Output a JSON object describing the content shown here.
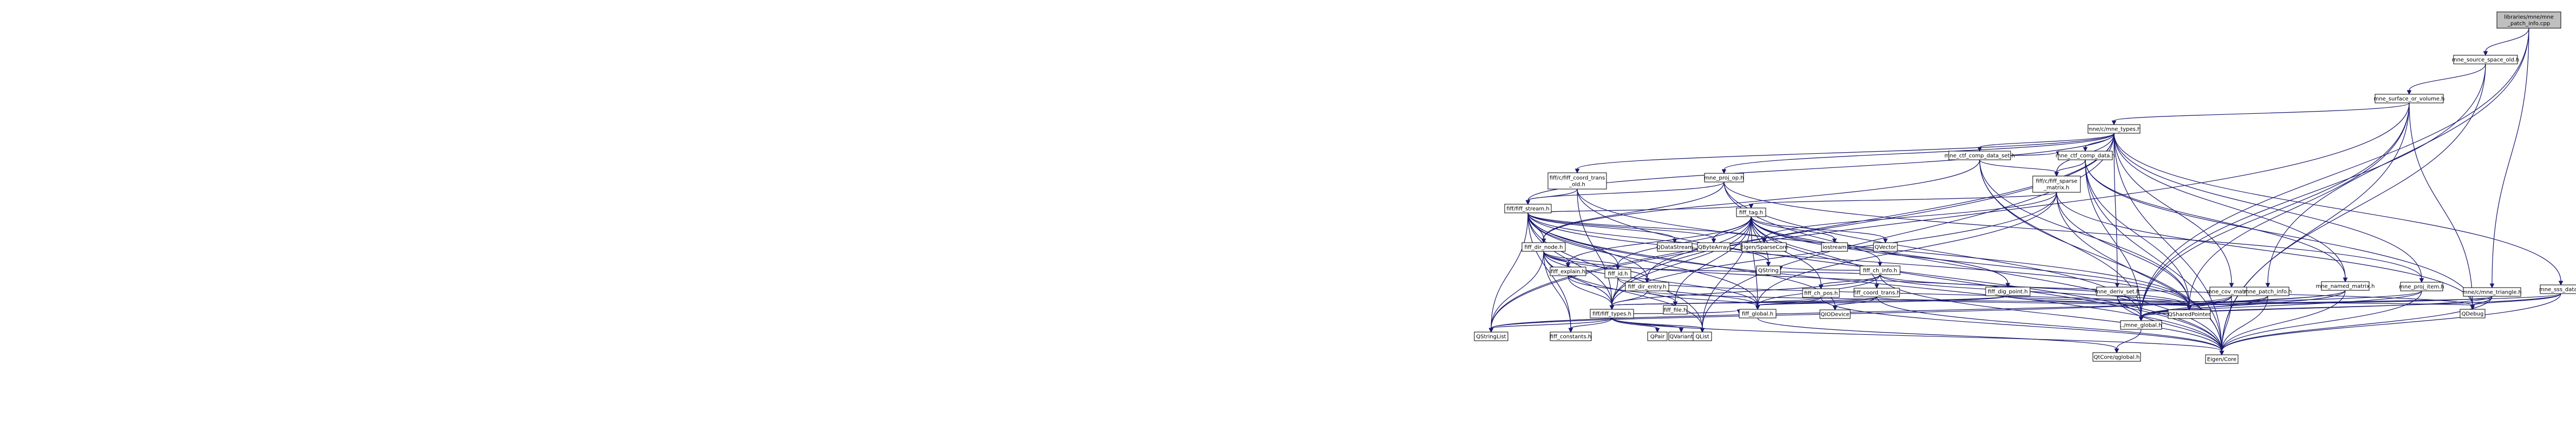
{
  "graph": {
    "root": "libraries/mne/mne_patch_info.cpp",
    "nodes": [
      {
        "id": "root",
        "lines": [
          "libraries/mne/mne",
          "_patch_info.cpp"
        ],
        "fill": "#bfbfbf"
      },
      {
        "id": "src_space_old",
        "lines": [
          "mne_source_space_old.h"
        ]
      },
      {
        "id": "surface_or_volume",
        "lines": [
          "mne_surface_or_volume.h"
        ]
      },
      {
        "id": "mne_types",
        "lines": [
          "mne/c/mne_types.h"
        ]
      },
      {
        "id": "ctf_comp_data_set",
        "lines": [
          "mne_ctf_comp_data_set.h"
        ]
      },
      {
        "id": "ctf_comp_data",
        "lines": [
          "mne_ctf_comp_data.h"
        ]
      },
      {
        "id": "fiff_coord_trans_old",
        "lines": [
          "fiff/c/fiff_coord_trans",
          "_old.h"
        ]
      },
      {
        "id": "proj_op",
        "lines": [
          "mne_proj_op.h"
        ]
      },
      {
        "id": "fiff_sparse_matrix",
        "lines": [
          "fiff/c/fiff_sparse",
          "_matrix.h"
        ]
      },
      {
        "id": "fiff_stream",
        "lines": [
          "fiff/fiff_stream.h"
        ]
      },
      {
        "id": "fiff_tag",
        "lines": [
          "fiff_tag.h"
        ]
      },
      {
        "id": "qdatastream",
        "lines": [
          "QDataStream"
        ]
      },
      {
        "id": "qbytearray",
        "lines": [
          "QByteArray"
        ]
      },
      {
        "id": "eigen_sparse",
        "lines": [
          "Eigen/SparseCore"
        ]
      },
      {
        "id": "iostream",
        "lines": [
          "iostream"
        ]
      },
      {
        "id": "qvector",
        "lines": [
          "QVector"
        ]
      },
      {
        "id": "fiff_dir_node",
        "lines": [
          "fiff_dir_node.h"
        ]
      },
      {
        "id": "fiff_ch_info",
        "lines": [
          "fiff_ch_info.h"
        ]
      },
      {
        "id": "qstring",
        "lines": [
          "QString"
        ]
      },
      {
        "id": "fiff_explain",
        "lines": [
          "fiff_explain.h"
        ]
      },
      {
        "id": "fiff_id",
        "lines": [
          "fiff_id.h"
        ]
      },
      {
        "id": "fiff_dir_entry",
        "lines": [
          "fiff_dir_entry.h"
        ]
      },
      {
        "id": "fiff_ch_pos",
        "lines": [
          "fiff_ch_pos.h"
        ]
      },
      {
        "id": "fiff_coord_trans",
        "lines": [
          "fiff_coord_trans.h"
        ]
      },
      {
        "id": "fiff_dig_point",
        "lines": [
          "fiff_dig_point.h"
        ]
      },
      {
        "id": "deriv_set",
        "lines": [
          "mne_deriv_set.h"
        ]
      },
      {
        "id": "cov_matrix",
        "lines": [
          "mne_cov_matrix.h"
        ]
      },
      {
        "id": "patch_info",
        "lines": [
          "mne_patch_info.h"
        ]
      },
      {
        "id": "named_matrix",
        "lines": [
          "mne_named_matrix.h"
        ]
      },
      {
        "id": "proj_item",
        "lines": [
          "mne_proj_item.h"
        ]
      },
      {
        "id": "mne_triangle",
        "lines": [
          "mne/c/mne_triangle.h"
        ]
      },
      {
        "id": "sss_data",
        "lines": [
          "mne_sss_data.h"
        ]
      },
      {
        "id": "fiff_file",
        "lines": [
          "fiff_file.h"
        ]
      },
      {
        "id": "fiff_types",
        "lines": [
          "fiff/fiff_types.h"
        ]
      },
      {
        "id": "fiff_global",
        "lines": [
          "fiff_global.h"
        ]
      },
      {
        "id": "qiodevice",
        "lines": [
          "QIODevice"
        ]
      },
      {
        "id": "qsharedpointer",
        "lines": [
          "QSharedPointer"
        ]
      },
      {
        "id": "mne_global",
        "lines": [
          "../mne_global.h"
        ]
      },
      {
        "id": "qdebug",
        "lines": [
          "QDebug"
        ]
      },
      {
        "id": "qstringlist",
        "lines": [
          "QStringList"
        ]
      },
      {
        "id": "fiff_constants",
        "lines": [
          "fiff_constants.h"
        ]
      },
      {
        "id": "qpair",
        "lines": [
          "QPair"
        ]
      },
      {
        "id": "qvariant",
        "lines": [
          "QVariant"
        ]
      },
      {
        "id": "qlist",
        "lines": [
          "QList"
        ]
      },
      {
        "id": "qtcoreglobal",
        "lines": [
          "QtCore/qglobal.h"
        ]
      },
      {
        "id": "eigen_core",
        "lines": [
          "Eigen/Core"
        ]
      }
    ],
    "edges": [
      [
        "root",
        "src_space_old"
      ],
      [
        "root",
        "patch_info"
      ],
      [
        "root",
        "mne_triangle"
      ],
      [
        "root",
        "mne_global"
      ],
      [
        "src_space_old",
        "surface_or_volume"
      ],
      [
        "src_space_old",
        "mne_global"
      ],
      [
        "src_space_old",
        "eigen_core"
      ],
      [
        "surface_or_volume",
        "mne_types"
      ],
      [
        "surface_or_volume",
        "mne_global"
      ],
      [
        "surface_or_volume",
        "eigen_core"
      ],
      [
        "surface_or_volume",
        "qdebug"
      ],
      [
        "surface_or_volume",
        "qstringlist"
      ],
      [
        "surface_or_volume",
        "qsharedpointer"
      ],
      [
        "mne_types",
        "ctf_comp_data_set"
      ],
      [
        "mne_types",
        "ctf_comp_data"
      ],
      [
        "mne_types",
        "fiff_coord_trans_old"
      ],
      [
        "mne_types",
        "proj_op"
      ],
      [
        "mne_types",
        "fiff_sparse_matrix"
      ],
      [
        "mne_types",
        "fiff_stream"
      ],
      [
        "mne_types",
        "deriv_set"
      ],
      [
        "mne_types",
        "cov_matrix"
      ],
      [
        "mne_types",
        "named_matrix"
      ],
      [
        "mne_types",
        "proj_item"
      ],
      [
        "mne_types",
        "sss_data"
      ],
      [
        "mne_types",
        "fiff_types"
      ],
      [
        "mne_types",
        "qstringlist"
      ],
      [
        "mne_types",
        "qlist"
      ],
      [
        "mne_types",
        "eigen_core"
      ],
      [
        "ctf_comp_data_set",
        "ctf_comp_data"
      ],
      [
        "ctf_comp_data_set",
        "fiff_sparse_matrix"
      ],
      [
        "ctf_comp_data_set",
        "fiff_dir_node"
      ],
      [
        "ctf_comp_data_set",
        "mne_global"
      ],
      [
        "ctf_comp_data_set",
        "qsharedpointer"
      ],
      [
        "ctf_comp_data_set",
        "eigen_core"
      ],
      [
        "ctf_comp_data",
        "fiff_sparse_matrix"
      ],
      [
        "ctf_comp_data",
        "named_matrix"
      ],
      [
        "ctf_comp_data",
        "mne_global"
      ],
      [
        "ctf_comp_data",
        "qsharedpointer"
      ],
      [
        "ctf_comp_data",
        "eigen_core"
      ],
      [
        "ctf_comp_data",
        "qdebug"
      ],
      [
        "fiff_coord_trans_old",
        "fiff_stream"
      ],
      [
        "fiff_coord_trans_old",
        "fiff_types"
      ],
      [
        "fiff_coord_trans_old",
        "qsharedpointer"
      ],
      [
        "fiff_coord_trans_old",
        "eigen_core"
      ],
      [
        "proj_op",
        "fiff_stream"
      ],
      [
        "proj_op",
        "proj_item"
      ],
      [
        "proj_op",
        "fiff_dir_node"
      ],
      [
        "proj_op",
        "mne_global"
      ],
      [
        "proj_op",
        "eigen_core"
      ],
      [
        "fiff_sparse_matrix",
        "fiff_types"
      ],
      [
        "fiff_sparse_matrix",
        "fiff_global"
      ],
      [
        "fiff_sparse_matrix",
        "fiff_tag"
      ],
      [
        "fiff_sparse_matrix",
        "eigen_sparse"
      ],
      [
        "fiff_sparse_matrix",
        "qsharedpointer"
      ],
      [
        "fiff_sparse_matrix",
        "eigen_core"
      ],
      [
        "fiff_sparse_matrix",
        "qdebug"
      ],
      [
        "fiff_stream",
        "fiff_tag"
      ],
      [
        "fiff_stream",
        "qdatastream"
      ],
      [
        "fiff_stream",
        "qbytearray"
      ],
      [
        "fiff_stream",
        "eigen_sparse"
      ],
      [
        "fiff_stream",
        "fiff_dir_node"
      ],
      [
        "fiff_stream",
        "fiff_id"
      ],
      [
        "fiff_stream",
        "fiff_dir_entry"
      ],
      [
        "fiff_stream",
        "fiff_types"
      ],
      [
        "fiff_stream",
        "fiff_global"
      ],
      [
        "fiff_stream",
        "qiodevice"
      ],
      [
        "fiff_stream",
        "qsharedpointer"
      ],
      [
        "fiff_stream",
        "qstringlist"
      ],
      [
        "fiff_stream",
        "qlist"
      ],
      [
        "fiff_stream",
        "qstring"
      ],
      [
        "fiff_stream",
        "fiff_constants"
      ],
      [
        "fiff_stream",
        "eigen_core"
      ],
      [
        "fiff_tag",
        "iostream"
      ],
      [
        "fiff_tag",
        "qvector"
      ],
      [
        "fiff_tag",
        "fiff_ch_info"
      ],
      [
        "fiff_tag",
        "fiff_ch_pos"
      ],
      [
        "fiff_tag",
        "fiff_coord_trans"
      ],
      [
        "fiff_tag",
        "fiff_dig_point"
      ],
      [
        "fiff_tag",
        "fiff_id"
      ],
      [
        "fiff_tag",
        "fiff_dir_entry"
      ],
      [
        "fiff_tag",
        "fiff_file"
      ],
      [
        "fiff_tag",
        "fiff_types"
      ],
      [
        "fiff_tag",
        "fiff_global"
      ],
      [
        "fiff_tag",
        "qsharedpointer"
      ],
      [
        "fiff_tag",
        "qbytearray"
      ],
      [
        "fiff_tag",
        "qstring"
      ],
      [
        "fiff_tag",
        "qlist"
      ],
      [
        "fiff_tag",
        "eigen_core"
      ],
      [
        "fiff_tag",
        "fiff_explain"
      ],
      [
        "fiff_dir_node",
        "fiff_explain"
      ],
      [
        "fiff_dir_node",
        "fiff_id"
      ],
      [
        "fiff_dir_node",
        "fiff_dir_entry"
      ],
      [
        "fiff_dir_node",
        "fiff_types"
      ],
      [
        "fiff_dir_node",
        "fiff_global"
      ],
      [
        "fiff_dir_node",
        "qsharedpointer"
      ],
      [
        "fiff_dir_node",
        "qlist"
      ],
      [
        "fiff_dir_node",
        "fiff_constants"
      ],
      [
        "fiff_dir_node",
        "qstringlist"
      ],
      [
        "fiff_ch_info",
        "qstring"
      ],
      [
        "fiff_ch_info",
        "fiff_ch_pos"
      ],
      [
        "fiff_ch_info",
        "fiff_types"
      ],
      [
        "fiff_ch_info",
        "fiff_global"
      ],
      [
        "fiff_ch_info",
        "qsharedpointer"
      ],
      [
        "fiff_ch_info",
        "eigen_core"
      ],
      [
        "fiff_ch_info",
        "qdebug"
      ],
      [
        "fiff_ch_info",
        "fiff_id"
      ],
      [
        "fiff_explain",
        "fiff_types"
      ],
      [
        "fiff_explain",
        "fiff_file"
      ],
      [
        "fiff_id",
        "fiff_types"
      ],
      [
        "fiff_id",
        "fiff_global"
      ],
      [
        "fiff_id",
        "qsharedpointer"
      ],
      [
        "fiff_dir_entry",
        "fiff_types"
      ],
      [
        "fiff_dir_entry",
        "fiff_global"
      ],
      [
        "fiff_dir_entry",
        "qsharedpointer"
      ],
      [
        "fiff_ch_pos",
        "fiff_types"
      ],
      [
        "fiff_ch_pos",
        "fiff_global"
      ],
      [
        "fiff_ch_pos",
        "eigen_core"
      ],
      [
        "fiff_coord_trans",
        "fiff_types"
      ],
      [
        "fiff_coord_trans",
        "fiff_global"
      ],
      [
        "fiff_coord_trans",
        "qsharedpointer"
      ],
      [
        "fiff_coord_trans",
        "eigen_core"
      ],
      [
        "fiff_coord_trans",
        "qiodevice"
      ],
      [
        "fiff_dig_point",
        "fiff_types"
      ],
      [
        "fiff_dig_point",
        "fiff_global"
      ],
      [
        "fiff_dig_point",
        "qsharedpointer"
      ],
      [
        "fiff_dig_point",
        "qdebug"
      ],
      [
        "deriv_set",
        "mne_global"
      ],
      [
        "deriv_set",
        "qsharedpointer"
      ],
      [
        "deriv_set",
        "eigen_core"
      ],
      [
        "cov_matrix",
        "mne_global"
      ],
      [
        "cov_matrix",
        "qsharedpointer"
      ],
      [
        "cov_matrix",
        "eigen_core"
      ],
      [
        "cov_matrix",
        "qstringlist"
      ],
      [
        "patch_info",
        "mne_global"
      ],
      [
        "patch_info",
        "qsharedpointer"
      ],
      [
        "patch_info",
        "eigen_core"
      ],
      [
        "named_matrix",
        "mne_global"
      ],
      [
        "named_matrix",
        "qsharedpointer"
      ],
      [
        "named_matrix",
        "eigen_core"
      ],
      [
        "named_matrix",
        "qstringlist"
      ],
      [
        "proj_item",
        "mne_global"
      ],
      [
        "proj_item",
        "qsharedpointer"
      ],
      [
        "proj_item",
        "eigen_core"
      ],
      [
        "mne_triangle",
        "mne_global"
      ],
      [
        "mne_triangle",
        "qsharedpointer"
      ],
      [
        "mne_triangle",
        "eigen_core"
      ],
      [
        "mne_triangle",
        "qdebug"
      ],
      [
        "sss_data",
        "mne_global"
      ],
      [
        "sss_data",
        "qsharedpointer"
      ],
      [
        "sss_data",
        "eigen_core"
      ],
      [
        "sss_data",
        "qdebug"
      ],
      [
        "fiff_types",
        "fiff_constants"
      ],
      [
        "fiff_types",
        "fiff_global"
      ],
      [
        "fiff_types",
        "qpair"
      ],
      [
        "fiff_types",
        "qvariant"
      ],
      [
        "fiff_types",
        "qlist"
      ],
      [
        "fiff_types",
        "qstringlist"
      ],
      [
        "fiff_types",
        "eigen_core"
      ],
      [
        "fiff_global",
        "qtcoreglobal"
      ],
      [
        "mne_global",
        "qtcoreglobal"
      ]
    ]
  }
}
